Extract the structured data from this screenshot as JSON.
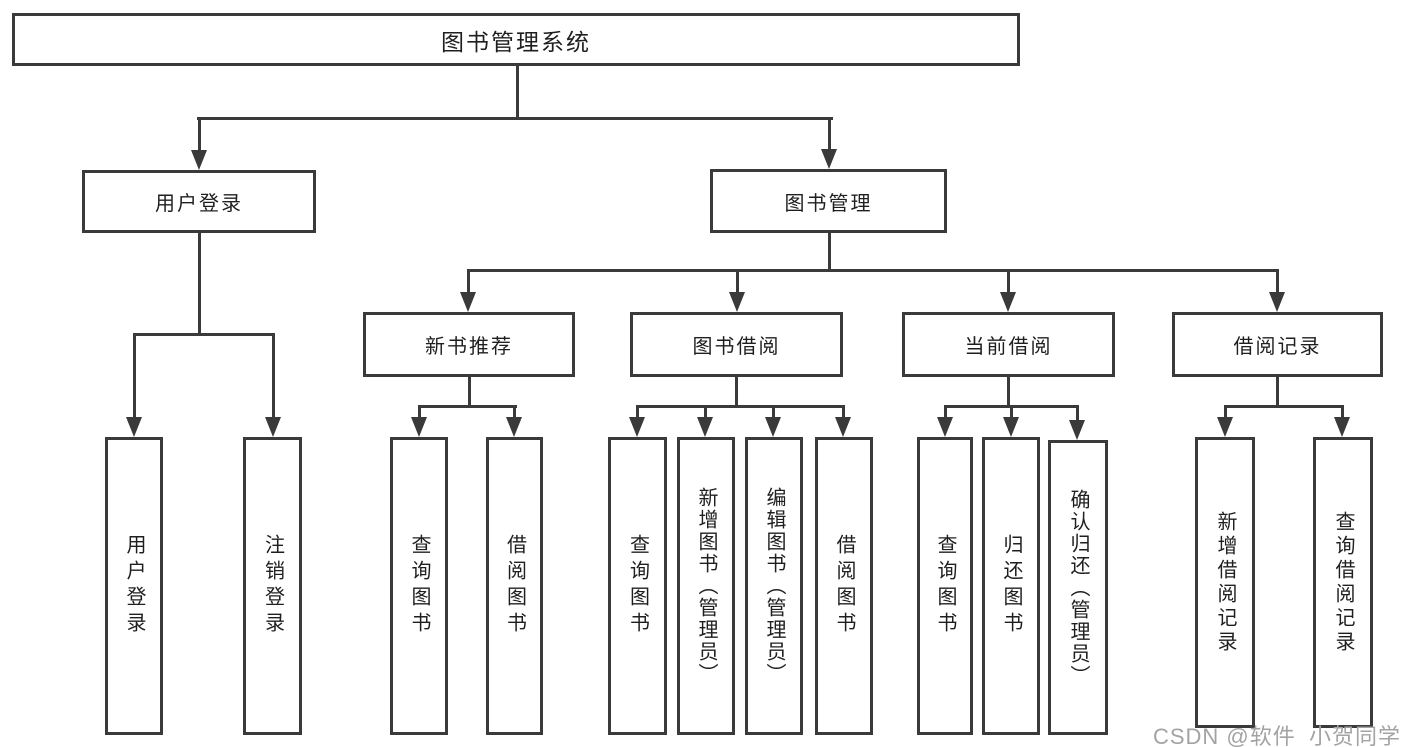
{
  "tree": {
    "label": "图书管理系统",
    "children": [
      {
        "label": "用户登录",
        "children": [
          {
            "label": "用户登录"
          },
          {
            "label": "注销登录"
          }
        ]
      },
      {
        "label": "图书管理",
        "children": [
          {
            "label": "新书推荐",
            "children": [
              {
                "label": "查询图书"
              },
              {
                "label": "借阅图书"
              }
            ]
          },
          {
            "label": "图书借阅",
            "children": [
              {
                "label": "查询图书"
              },
              {
                "label": "新增图书（管理员）"
              },
              {
                "label": "编辑图书（管理员）"
              },
              {
                "label": "借阅图书"
              }
            ]
          },
          {
            "label": "当前借阅",
            "children": [
              {
                "label": "查询图书"
              },
              {
                "label": "归还图书"
              },
              {
                "label": "确认归还（管理员）"
              }
            ]
          },
          {
            "label": "借阅记录",
            "children": [
              {
                "label": "新增借阅记录"
              },
              {
                "label": "查询借阅记录"
              }
            ]
          }
        ]
      }
    ]
  },
  "watermark": {
    "text": "CSDN @软件_小贺同学"
  },
  "colors": {
    "line": "#3a3a3a",
    "text": "#1f1f1f",
    "boxbg": "#ffffff",
    "pagebg": "#ffffff",
    "wm": "#a3a3a3"
  }
}
